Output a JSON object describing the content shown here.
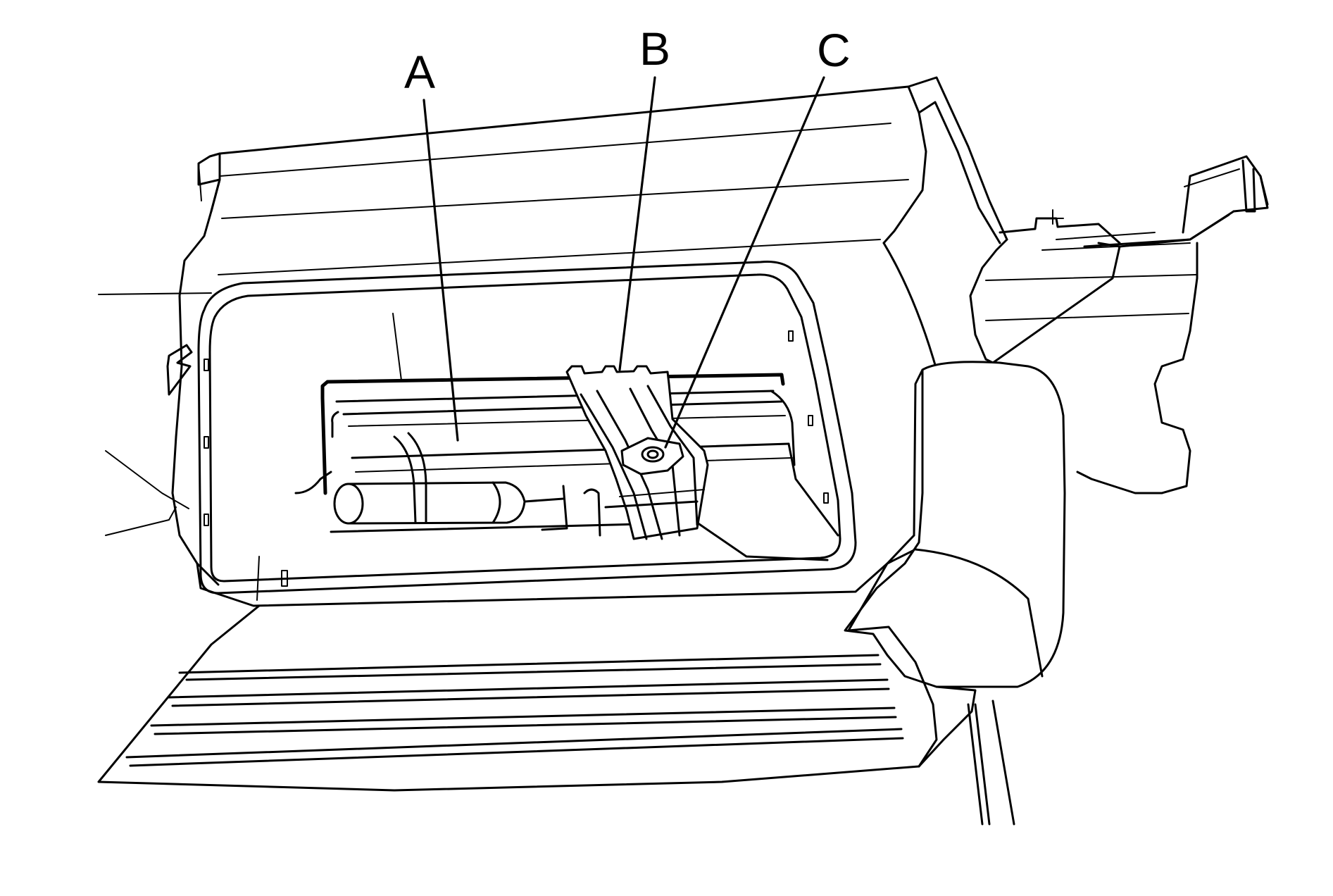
{
  "callouts": [
    {
      "id": "A",
      "label": "A"
    },
    {
      "id": "B",
      "label": "B"
    },
    {
      "id": "C",
      "label": "C"
    }
  ]
}
